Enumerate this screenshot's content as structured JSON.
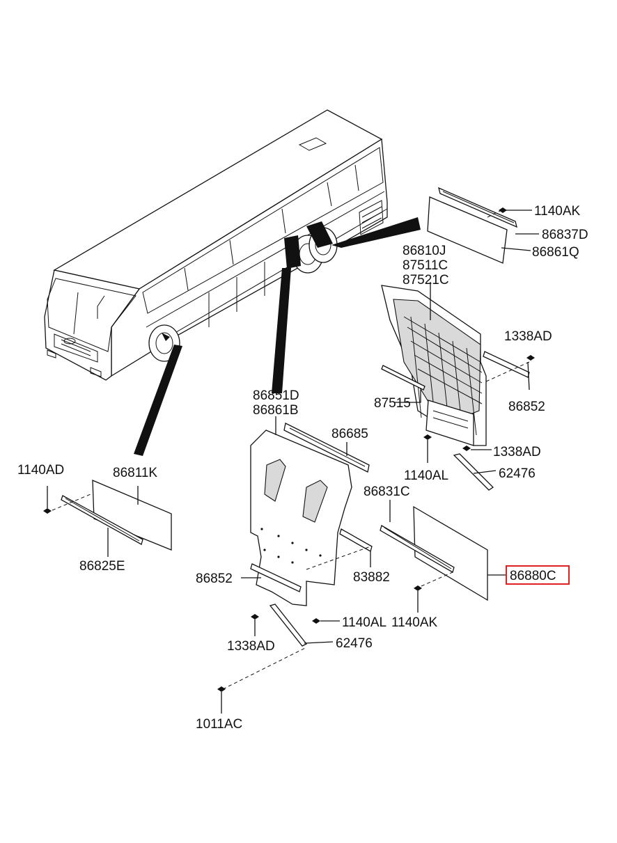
{
  "diagram": {
    "labels": {
      "p1140AK_top": "1140AK",
      "p86837D": "86837D",
      "p86861Q": "86861Q",
      "p86810J": "86810J",
      "p87511C": "87511C",
      "p87521C": "87521C",
      "p1338AD_r": "1338AD",
      "p87515": "87515",
      "p86852_r": "86852",
      "p1338AD_m": "1338AD",
      "p1140AL_r": "1140AL",
      "p62476_r": "62476",
      "p86851D": "86851D",
      "p86861B": "86861B",
      "p86685": "86685",
      "p1140AD": "1140AD",
      "p86811K": "86811K",
      "p86825E": "86825E",
      "p86831C": "86831C",
      "p86852_c": "86852",
      "p83882": "83882",
      "p86880C": "86880C",
      "p1140AL_c": "1140AL",
      "p1140AK_c": "1140AK",
      "p1338AD_c": "1338AD",
      "p62476_c": "62476",
      "p1011AC": "1011AC"
    },
    "highlighted_part": "86880C",
    "highlight_color": "#e02020"
  }
}
